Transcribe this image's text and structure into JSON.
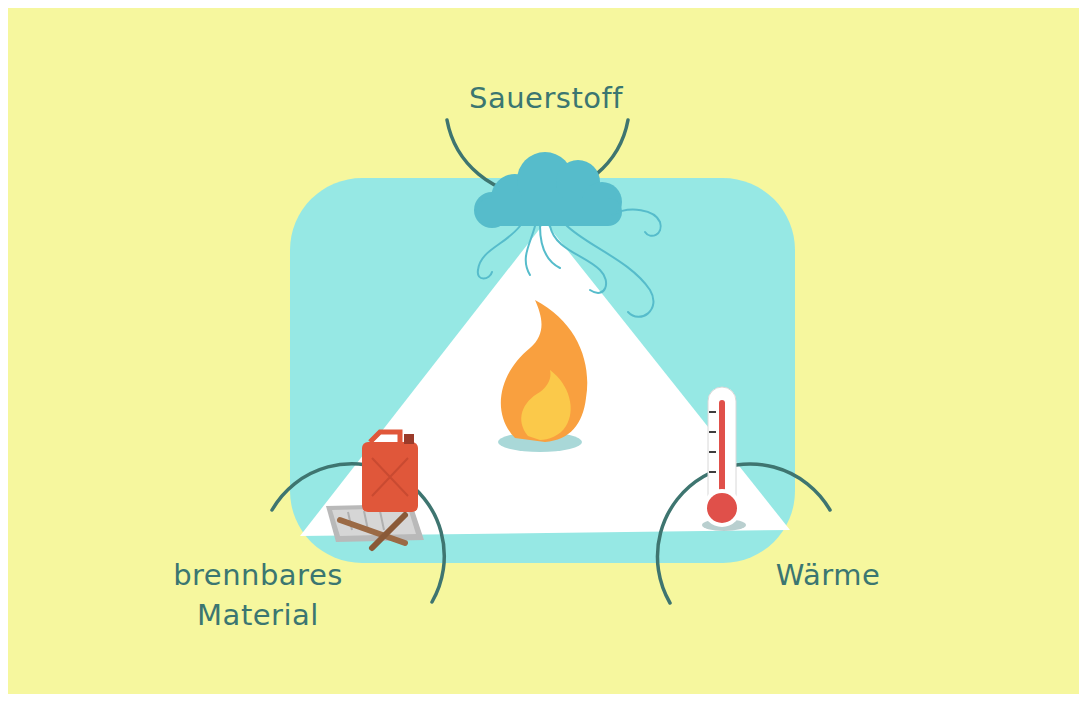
{
  "diagram": {
    "labels": [
      "Sauerstoff",
      "brennbares Material",
      "Wärme"
    ]
  }
}
